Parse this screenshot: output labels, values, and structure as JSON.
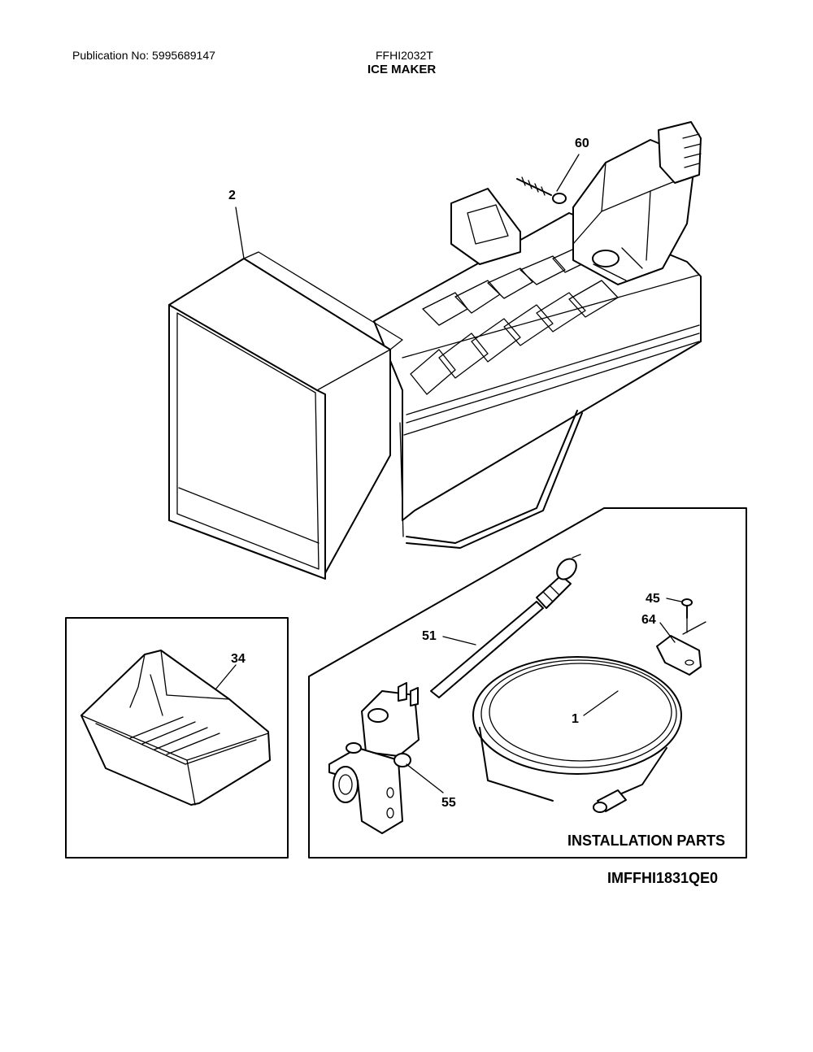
{
  "header": {
    "publication": "Publication No: 5995689147",
    "model": "FFHI2032T",
    "title": "ICE MAKER"
  },
  "callouts": {
    "ice_maker_assembly": "2",
    "screw_top": "60",
    "ice_bin": "34",
    "fill_tube": "51",
    "screw_small": "45",
    "clamp": "64",
    "water_line": "1",
    "water_valve": "55"
  },
  "installation_box": {
    "title": "INSTALLATION PARTS"
  },
  "figure_code": "IMFFHI1831QE0"
}
